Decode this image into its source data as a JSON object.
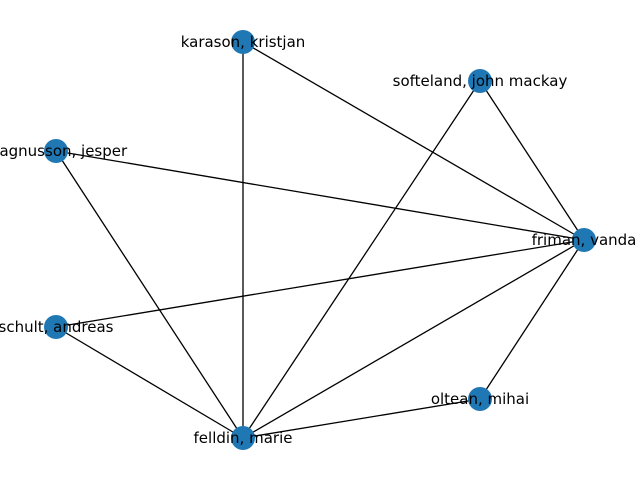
{
  "graph": {
    "node_color": "#1f77b4",
    "edge_color": "#000000",
    "nodes": [
      {
        "id": "karason",
        "label": "karason, kristjan"
      },
      {
        "id": "softeland",
        "label": "softeland, john mackay"
      },
      {
        "id": "magnusson",
        "label": "magnusson, jesper"
      },
      {
        "id": "friman",
        "label": "friman, vanda"
      },
      {
        "id": "schult",
        "label": "schult, andreas"
      },
      {
        "id": "oltean",
        "label": "oltean, mihai"
      },
      {
        "id": "felldin",
        "label": "felldin, marie"
      }
    ],
    "edges": [
      [
        "karason",
        "felldin"
      ],
      [
        "karason",
        "friman"
      ],
      [
        "softeland",
        "felldin"
      ],
      [
        "softeland",
        "friman"
      ],
      [
        "magnusson",
        "friman"
      ],
      [
        "magnusson",
        "felldin"
      ],
      [
        "schult",
        "friman"
      ],
      [
        "schult",
        "felldin"
      ],
      [
        "friman",
        "felldin"
      ],
      [
        "friman",
        "oltean"
      ],
      [
        "oltean",
        "felldin"
      ]
    ]
  }
}
